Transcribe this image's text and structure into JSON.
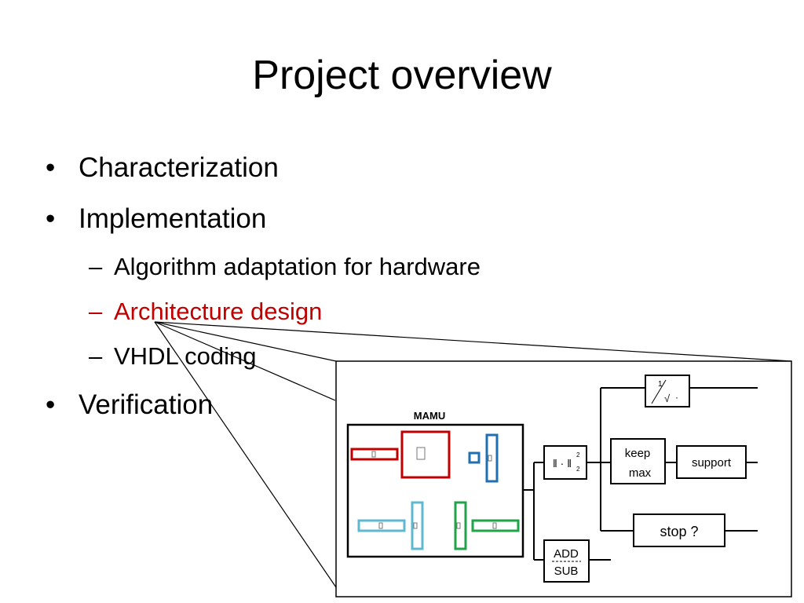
{
  "slide": {
    "title": "Project overview",
    "bullets": [
      {
        "label": "Characterization"
      },
      {
        "label": "Implementation"
      },
      {
        "label": "Verification"
      }
    ],
    "sub_items": [
      {
        "label": "Algorithm adaptation for hardware"
      },
      {
        "label": "Architecture design",
        "highlighted": true
      },
      {
        "label": "VHDL coding"
      }
    ],
    "bullet_glyph": "•",
    "dash_glyph": "–",
    "highlight_color": "#c00000"
  },
  "diagram": {
    "mamu_label": "MAMU",
    "norm_label": "‖ · ‖",
    "norm_exp": "2",
    "keep_max_line1": "keep",
    "keep_max_line2": "max",
    "support_label": "support",
    "stop_label": "stop ?",
    "add_label": "ADD",
    "sub_label": "SUB",
    "sqrt_num": "1",
    "sqrt_radical": "√",
    "sqrt_arg": "·",
    "colors": {
      "red": "#c00000",
      "blue": "#1f6fb2",
      "light_blue": "#5db8d0",
      "green": "#21a34a"
    }
  }
}
